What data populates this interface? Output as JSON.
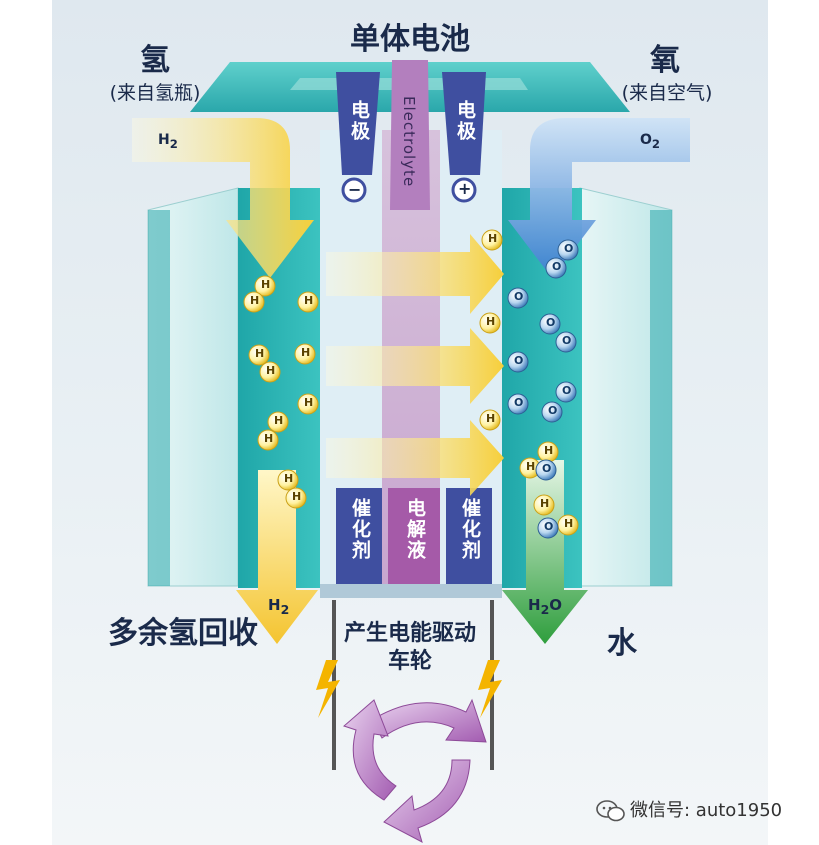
{
  "title": "单体电池",
  "hydrogen": {
    "name": "氢",
    "source": "(来自氢瓶)",
    "formula": "H",
    "subscript": "2"
  },
  "oxygen": {
    "name": "氧",
    "source": "(来自空气)",
    "formula": "O",
    "subscript": "2"
  },
  "electrodes": {
    "anode": "电极",
    "cathode": "电极",
    "electrolyte": "Electrolyte",
    "anode_sign": "−",
    "cathode_sign": "+"
  },
  "layers": {
    "catalyst_left": "催化剂",
    "membrane": "电解液",
    "catalyst_right": "催化剂"
  },
  "outputs": {
    "excess_h2": "多余氢回收",
    "h2_out": "H",
    "h2_out_sub": "2",
    "water": "水",
    "water_formula_h": "H",
    "water_formula_sub": "2",
    "water_formula_o": "O",
    "power": "产生电能驱动车轮"
  },
  "atoms": {
    "hydrogen": "H",
    "oxygen": "O"
  },
  "watermark": {
    "text": "微信号: auto1950",
    "icon": "wechat-icon"
  },
  "colors": {
    "teal": "#2fb6b6",
    "teal_dark": "#1a8f97",
    "blue_electrode": "#3f4fa0",
    "membrane": "#a55aa8",
    "arrow_yellow": "#f6cf3a",
    "arrow_blue": "#4a8fd8",
    "arrow_green": "#3aa845"
  }
}
